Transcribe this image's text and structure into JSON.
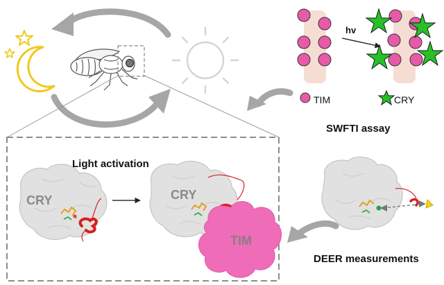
{
  "labels": {
    "hv": "hv",
    "tim_legend": "TIM",
    "cry_legend": "CRY",
    "swfti": "SWFTI assay",
    "light_activation": "Light activation",
    "cry_1": "CRY",
    "cry_2": "CRY",
    "tim_blob": "TIM",
    "deer": "DEER measurements"
  },
  "colors": {
    "tim_pink": "#e75aa8",
    "cry_green": "#27c027",
    "moon_yellow": "#f2c81a",
    "arrow_grey": "#a6a6a6",
    "protein_grey": "#e1e1e1",
    "helix_red": "#d81e1e",
    "bead": "#f6ddd4"
  },
  "icons": [
    "moon-icon",
    "star-icon",
    "fly-icon",
    "sun-icon"
  ]
}
